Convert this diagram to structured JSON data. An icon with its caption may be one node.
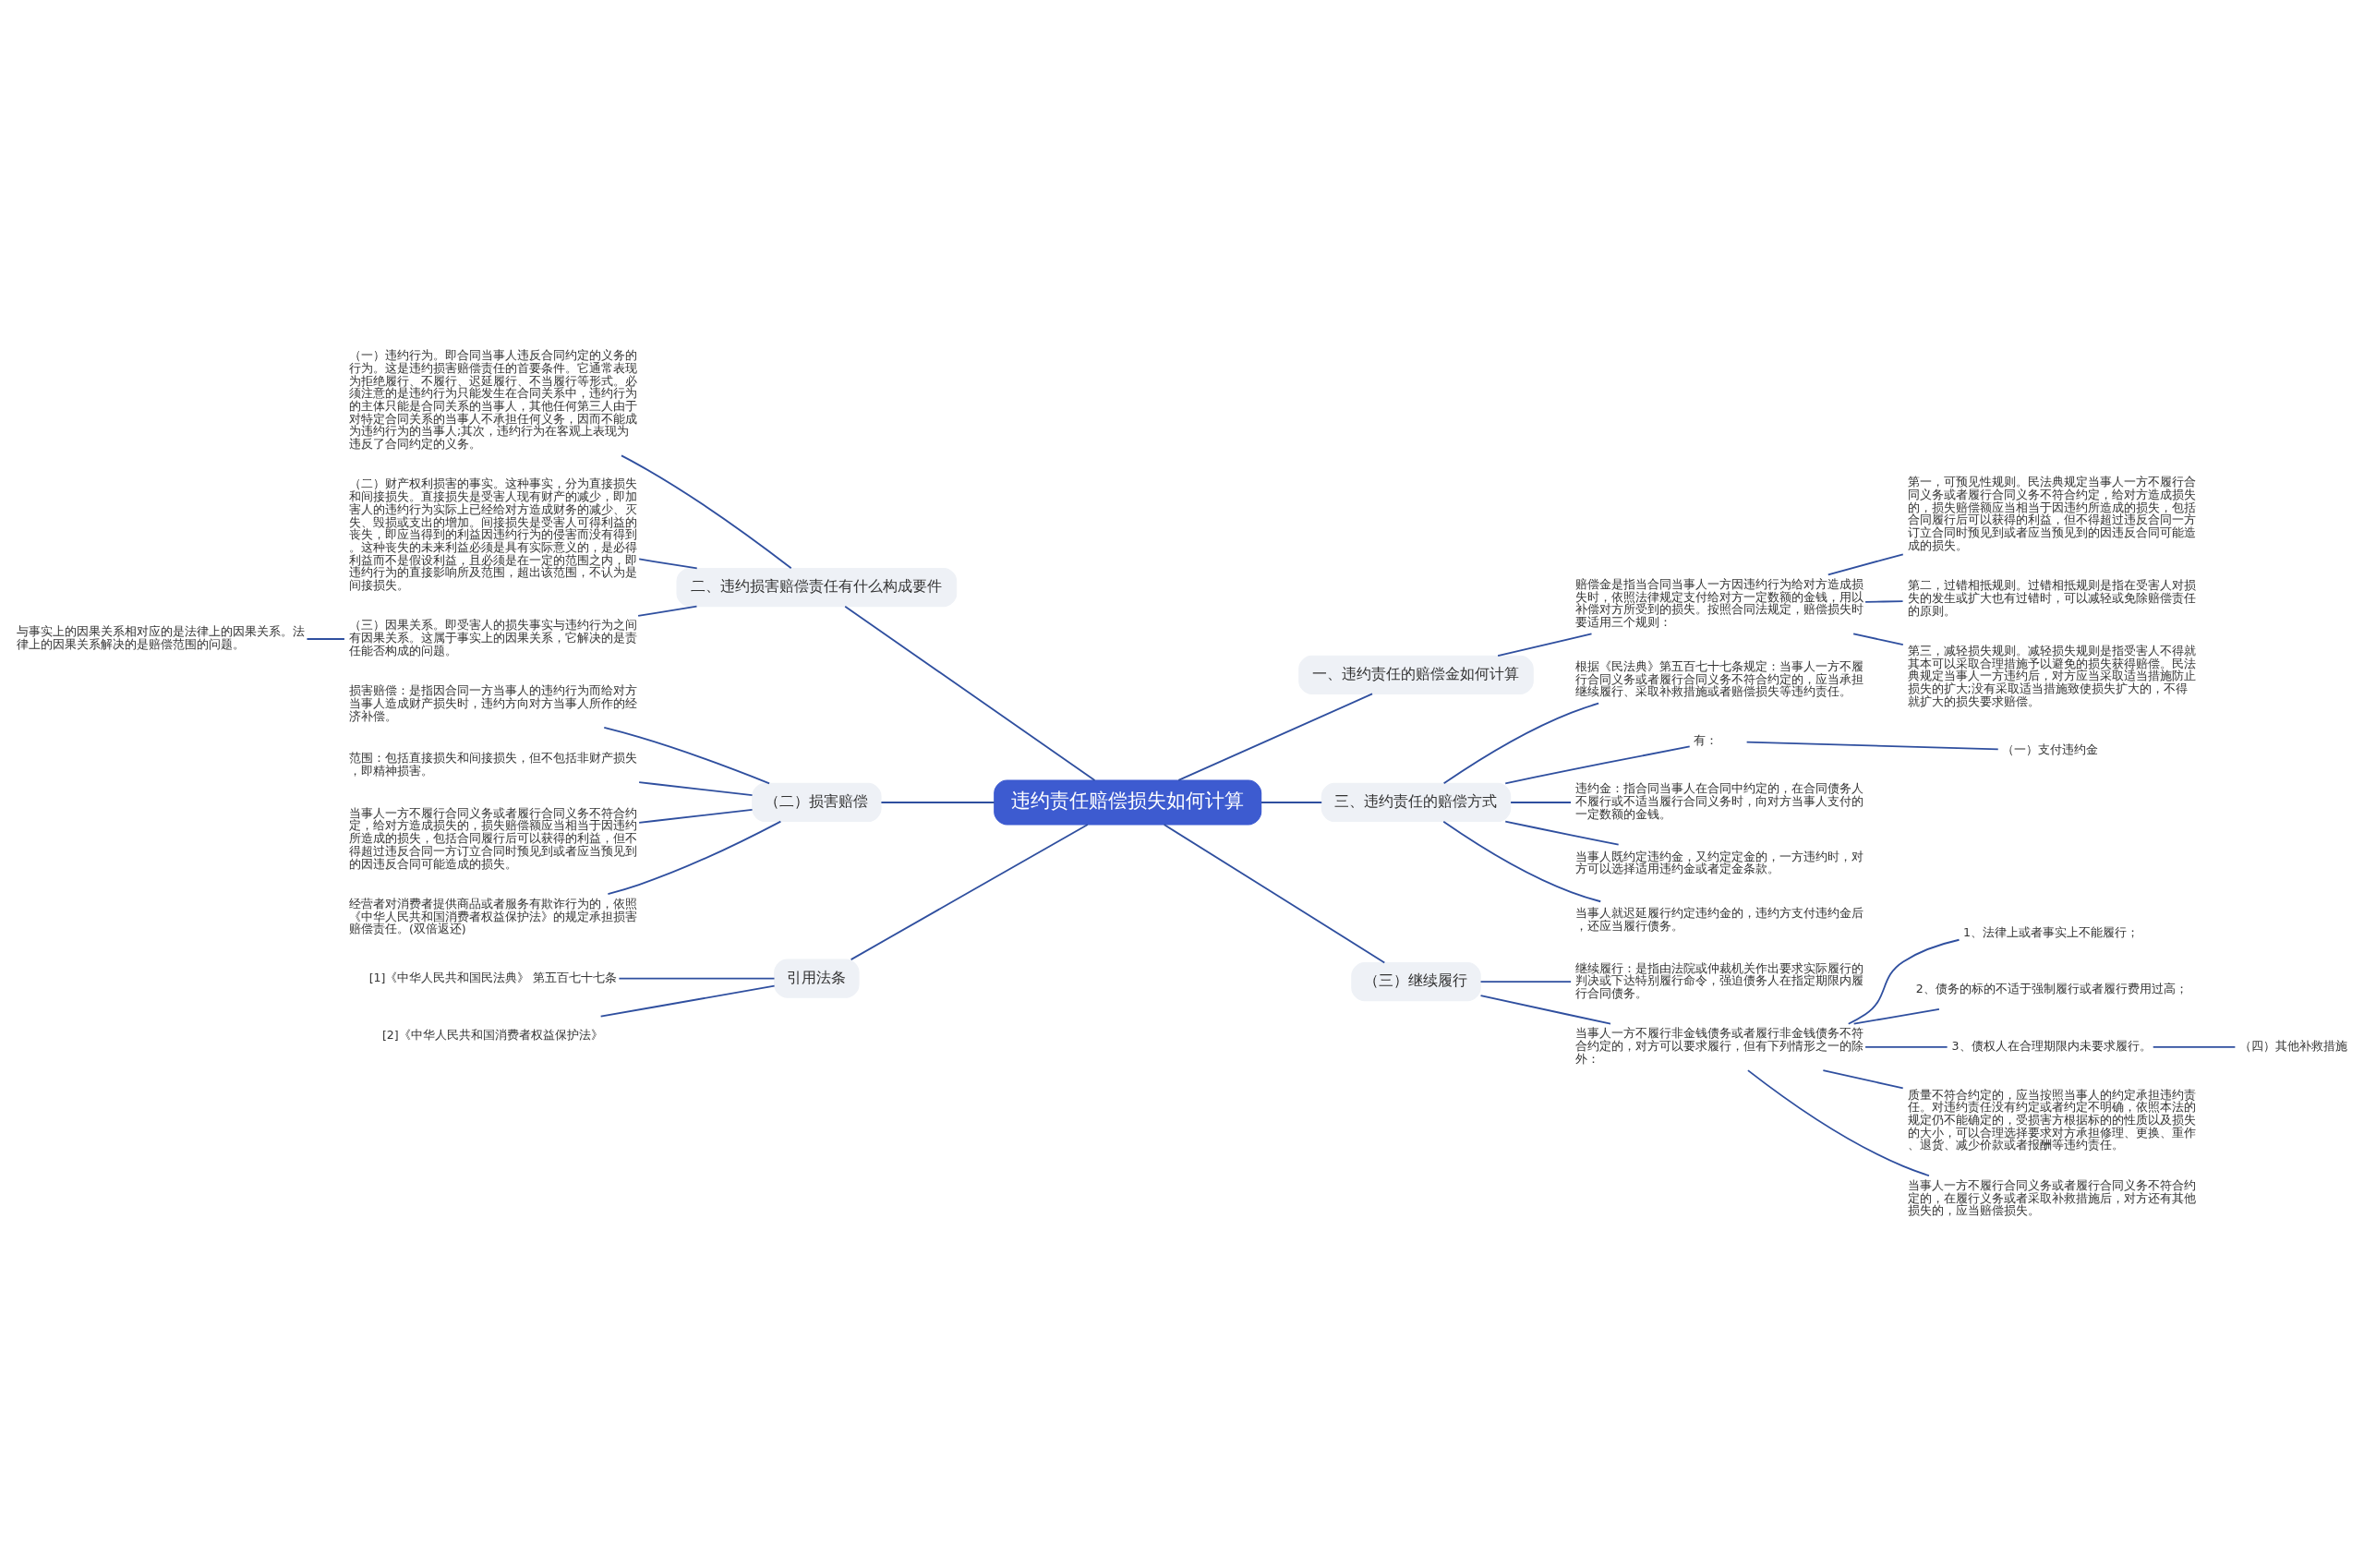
{
  "diagram": {
    "nodes": [
      {
        "text": [
          "违约责任赔偿损失如何计算"
        ]
      },
      {
        "text": [
          "一、违约责任的赔偿金如何计算"
        ]
      },
      {
        "text": [
          "赔偿金是指当合同当事人一方因违约行为给对方造成损失时，依照法律规定支付给对方一定数额的金钱，用以补偿对方所受到的损失。按照合同法规定，赔偿损失时要适用三个规则："
        ]
      },
      {
        "text": [
          "第一，可预见性规则。民法典规定当事人一方不履行合同义务或者履行合同义务不符合约定，给对方造成损失的，损失赔偿额应当相当于因违约所造成的损失，包括合同履行后可以获得的利益，但不得超过违反合同一方订立合同时预见到或者应当预见到的因违反合同可能造成的损失。"
        ]
      },
      {
        "text": [
          "第二，过错相抵规则。过错相抵规则是指在受害人对损失的发生或扩大也有过错时，可以减轻或免除赔偿责任的原则。"
        ]
      },
      {
        "text": [
          "第三，减轻损失规则。减轻损失规则是指受害人不得就其本可以采取合理措施予以避免的损失获得赔偿。民法典规定当事人一方违约后，对方应当采取适当措施防止损失的扩大;没有采取适当措施致使损失扩大的，不得就扩大的损失要求赔偿。"
        ]
      },
      {
        "text": [
          "三、违约责任的赔偿方式"
        ]
      },
      {
        "text": [
          "根据《民法典》第五百七十七条规定：当事人一方不履行合同义务或者履行合同义务不符合约定的，应当承担继续履行、采取补救措施或者赔偿损失等违约责任。"
        ]
      },
      {
        "text": [
          "有："
        ]
      },
      {
        "text": [
          "（一）支付违约金"
        ]
      },
      {
        "text": [
          "违约金：指合同当事人在合同中约定的，在合同债务人不履行或不适当履行合同义务时，向对方当事人支付的一定数额的金钱。"
        ]
      },
      {
        "text": [
          "当事人既约定违约金，又约定定金的，一方违约时，对方可以选择适用违约金或者定金条款。"
        ]
      },
      {
        "text": [
          "当事人就迟延履行约定违约金的，违约方支付违约金后，还应当履行债务。"
        ]
      },
      {
        "text": [
          "（三）继续履行"
        ]
      },
      {
        "text": [
          "继续履行：是指由法院或仲裁机关作出要求实际履行的判决或下达特别履行命令，强迫债务人在指定期限内履行合同债务。"
        ]
      },
      {
        "text": [
          "当事人一方不履行非金钱债务或者履行非金钱债务不符合约定的，对方可以要求履行，但有下列情形之一的除外："
        ]
      },
      {
        "text": [
          "1、法律上或者事实上不能履行；"
        ]
      },
      {
        "text": [
          "2、债务的标的不适于强制履行或者履行费用过高；"
        ]
      },
      {
        "text": [
          "3、债权人在合理期限内未要求履行。"
        ]
      },
      {
        "text": [
          "（四）其他补救措施"
        ]
      },
      {
        "text": [
          "质量不符合约定的，应当按照当事人的约定承担违约责任。对违约责任没有约定或者约定不明确，依照本法的规定仍不能确定的，受损害方根据标的的性质以及损失的大小，可以合理选择要求对方承担修理、更换、重作、退货、减少价款或者报酬等违约责任。"
        ]
      },
      {
        "text": [
          "当事人一方不履行合同义务或者履行合同义务不符合约定的，在履行义务或者采取补救措施后，对方还有其他损失的，应当赔偿损失。"
        ]
      },
      {
        "text": [
          "二、违约损害赔偿责任有什么构成要件"
        ]
      },
      {
        "text": [
          "（一）违约行为。即合同当事人违反合同约定的义务的行为。这是违约损害赔偿责任的首要条件。它通常表现为拒绝履行、不履行、迟延履行、不当履行等形式。必须注意的是违约行为只能发生在合同关系中，违约行为的主体只能是合同关系的当事人，其他任何第三人由于对特定合同关系的当事人不承担任何义务，因而不能成为违约行为的当事人;其次，违约行为在客观上表现为违反了合同约定的义务。"
        ]
      },
      {
        "text": [
          "（二）财产权利损害的事实。这种事实，分为直接损失和间接损失。直接损失是受害人现有财产的减少，即加害人的违约行为实际上已经给对方造成财务的减少、灭失、毁损或支出的增加。间接损失是受害人可得利益的丧失，即应当得到的利益因违约行为的侵害而没有得到。这种丧失的未来利益必须是具有实际意义的，是必得利益而不是假设利益，且必须是在一定的范围之内，即违约行为的直接影响所及范围，超出该范围，不认为是间接损失。"
        ]
      },
      {
        "text": [
          "（三）因果关系。即受害人的损失事实与违约行为之间有因果关系。这属于事实上的因果关系，它解决的是责任能否构成的问题。"
        ]
      },
      {
        "text": [
          "与事实上的因果关系相对应的是法律上的因果关系。法律上的因果关系解决的是赔偿范围的问题。"
        ]
      },
      {
        "text": [
          "（二）损害赔偿"
        ]
      },
      {
        "text": [
          "损害赔偿：是指因合同一方当事人的违约行为而给对方当事人造成财产损失时，违约方向对方当事人所作的经济补偿。"
        ]
      },
      {
        "text": [
          "范围：包括直接损失和间接损失，但不包括非财产损失，即精神损害。"
        ]
      },
      {
        "text": [
          "当事人一方不履行合同义务或者履行合同义务不符合约定，给对方造成损失的，损失赔偿额应当相当于因违约所造成的损失，包括合同履行后可以获得的利益，但不得超过违反合同一方订立合同时预见到或者应当预见到的因违反合同可能造成的损失。"
        ]
      },
      {
        "text": [
          "经营者对消费者提供商品或者服务有欺诈行为的，依照《中华人民共和国消费者权益保护法》的规定承担损害赔偿责任。(双倍返还)"
        ]
      },
      {
        "text": [
          "引用法条"
        ]
      },
      {
        "text": [
          "[1]《中华人民共和国民法典》 第五百七十七条"
        ]
      },
      {
        "text": [
          "[2]《中华人民共和国消费者权益保护法》"
        ]
      }
    ],
    "edges": [
      {
        "from": 0,
        "to": 1,
        "arrow": "none"
      },
      {
        "from": 1,
        "to": 2,
        "arrow": "none"
      },
      {
        "from": 2,
        "to": 3,
        "arrow": "none"
      },
      {
        "from": 2,
        "to": 4,
        "arrow": "none"
      },
      {
        "from": 2,
        "to": 5,
        "arrow": "none"
      },
      {
        "from": 0,
        "to": 6,
        "arrow": "none"
      },
      {
        "from": 6,
        "to": 7,
        "arrow": "none"
      },
      {
        "from": 6,
        "to": 8,
        "arrow": "none"
      },
      {
        "from": 8,
        "to": 9,
        "arrow": "none"
      },
      {
        "from": 6,
        "to": 10,
        "arrow": "none"
      },
      {
        "from": 6,
        "to": 11,
        "arrow": "none"
      },
      {
        "from": 6,
        "to": 12,
        "arrow": "none"
      },
      {
        "from": 0,
        "to": 13,
        "arrow": "none"
      },
      {
        "from": 13,
        "to": 14,
        "arrow": "none"
      },
      {
        "from": 13,
        "to": 15,
        "arrow": "none"
      },
      {
        "from": 15,
        "to": 16,
        "arrow": "none"
      },
      {
        "from": 15,
        "to": 17,
        "arrow": "none"
      },
      {
        "from": 15,
        "to": 18,
        "arrow": "none"
      },
      {
        "from": 18,
        "to": 19,
        "arrow": "none"
      },
      {
        "from": 15,
        "to": 20,
        "arrow": "none"
      },
      {
        "from": 15,
        "to": 21,
        "arrow": "none"
      },
      {
        "from": 0,
        "to": 22,
        "arrow": "none"
      },
      {
        "from": 22,
        "to": 23,
        "arrow": "none"
      },
      {
        "from": 22,
        "to": 24,
        "arrow": "none"
      },
      {
        "from": 22,
        "to": 25,
        "arrow": "none"
      },
      {
        "from": 25,
        "to": 26,
        "arrow": "none"
      },
      {
        "from": 0,
        "to": 27,
        "arrow": "none"
      },
      {
        "from": 27,
        "to": 28,
        "arrow": "none"
      },
      {
        "from": 27,
        "to": 29,
        "arrow": "none"
      },
      {
        "from": 27,
        "to": 30,
        "arrow": "none"
      },
      {
        "from": 27,
        "to": 31,
        "arrow": "none"
      },
      {
        "from": 0,
        "to": 32,
        "arrow": "none"
      },
      {
        "from": 32,
        "to": 33,
        "arrow": "none"
      },
      {
        "from": 32,
        "to": 34,
        "arrow": "none"
      }
    ]
  }
}
